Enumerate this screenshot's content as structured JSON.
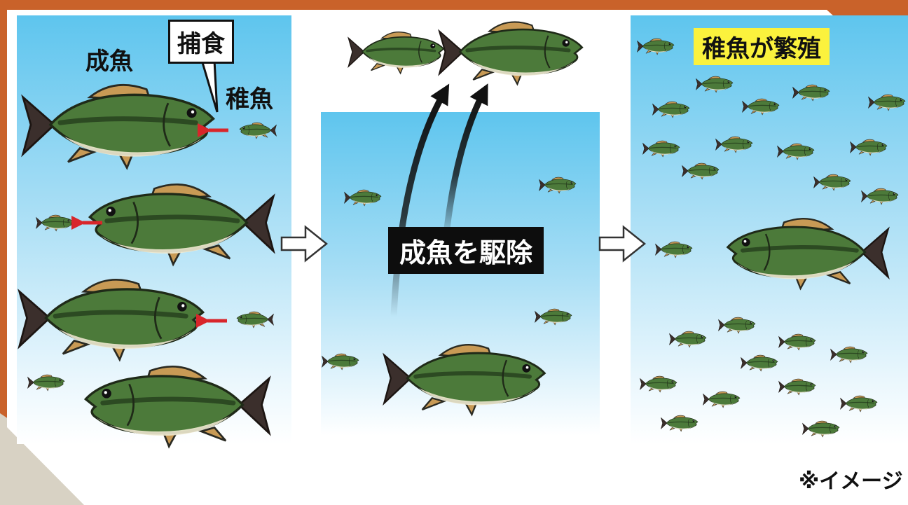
{
  "labels": {
    "adult_fish": "成魚",
    "predation": "捕食",
    "juvenile_fish": "稚魚",
    "remove_adults": "成魚を駆除",
    "juveniles_breed": "稚魚が繁殖",
    "image_note": "※イメージ"
  },
  "colors": {
    "frame": "#c9622a",
    "water_top": "#5ec5ee",
    "water_bottom": "#ffffff",
    "highlight": "#fbf23d",
    "banner_bg": "#0d0d0d",
    "predation_arrow": "#d8262b",
    "fish_body": "#4c7a3a",
    "fish_belly": "#f0ead2",
    "fish_tail": "#3b2f2c",
    "fish_fin": "#c89a55"
  },
  "icons": {
    "adult_fish": "largemouth-bass-adult-icon",
    "juvenile_fish": "largemouth-bass-juvenile-icon",
    "step_arrow": "hollow-right-arrow-icon",
    "removal_arrow": "curved-up-arrow-icon",
    "predation_arrow": "red-left-arrow-icon"
  }
}
